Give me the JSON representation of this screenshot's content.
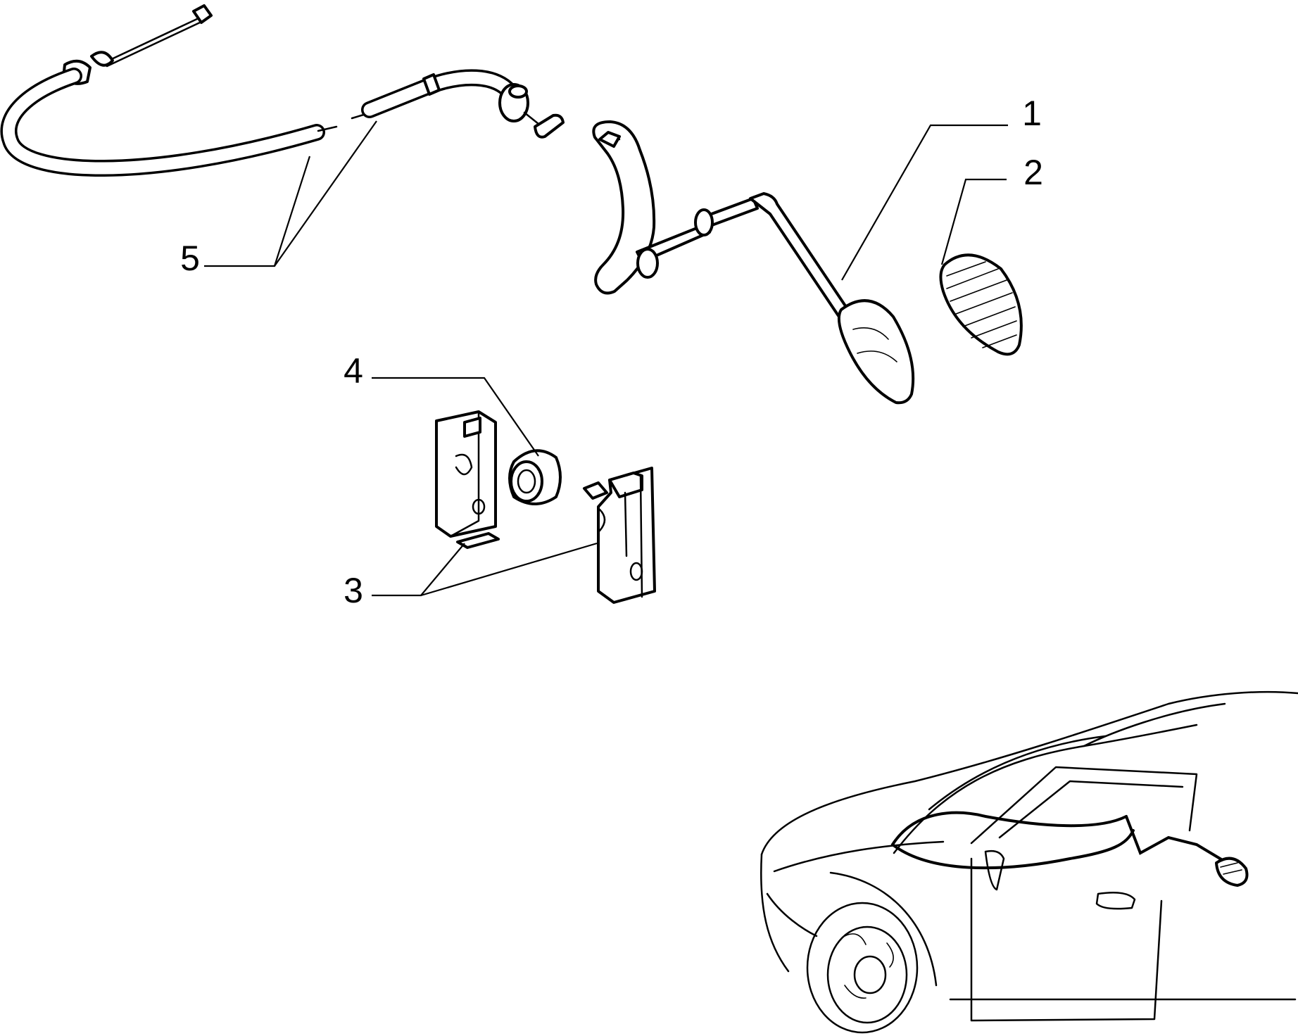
{
  "callouts": [
    {
      "label": "1"
    },
    {
      "label": "2"
    },
    {
      "label": "3"
    },
    {
      "label": "4"
    },
    {
      "label": "5"
    }
  ],
  "colors": {
    "ink": "#000000",
    "paper": "#ffffff"
  }
}
